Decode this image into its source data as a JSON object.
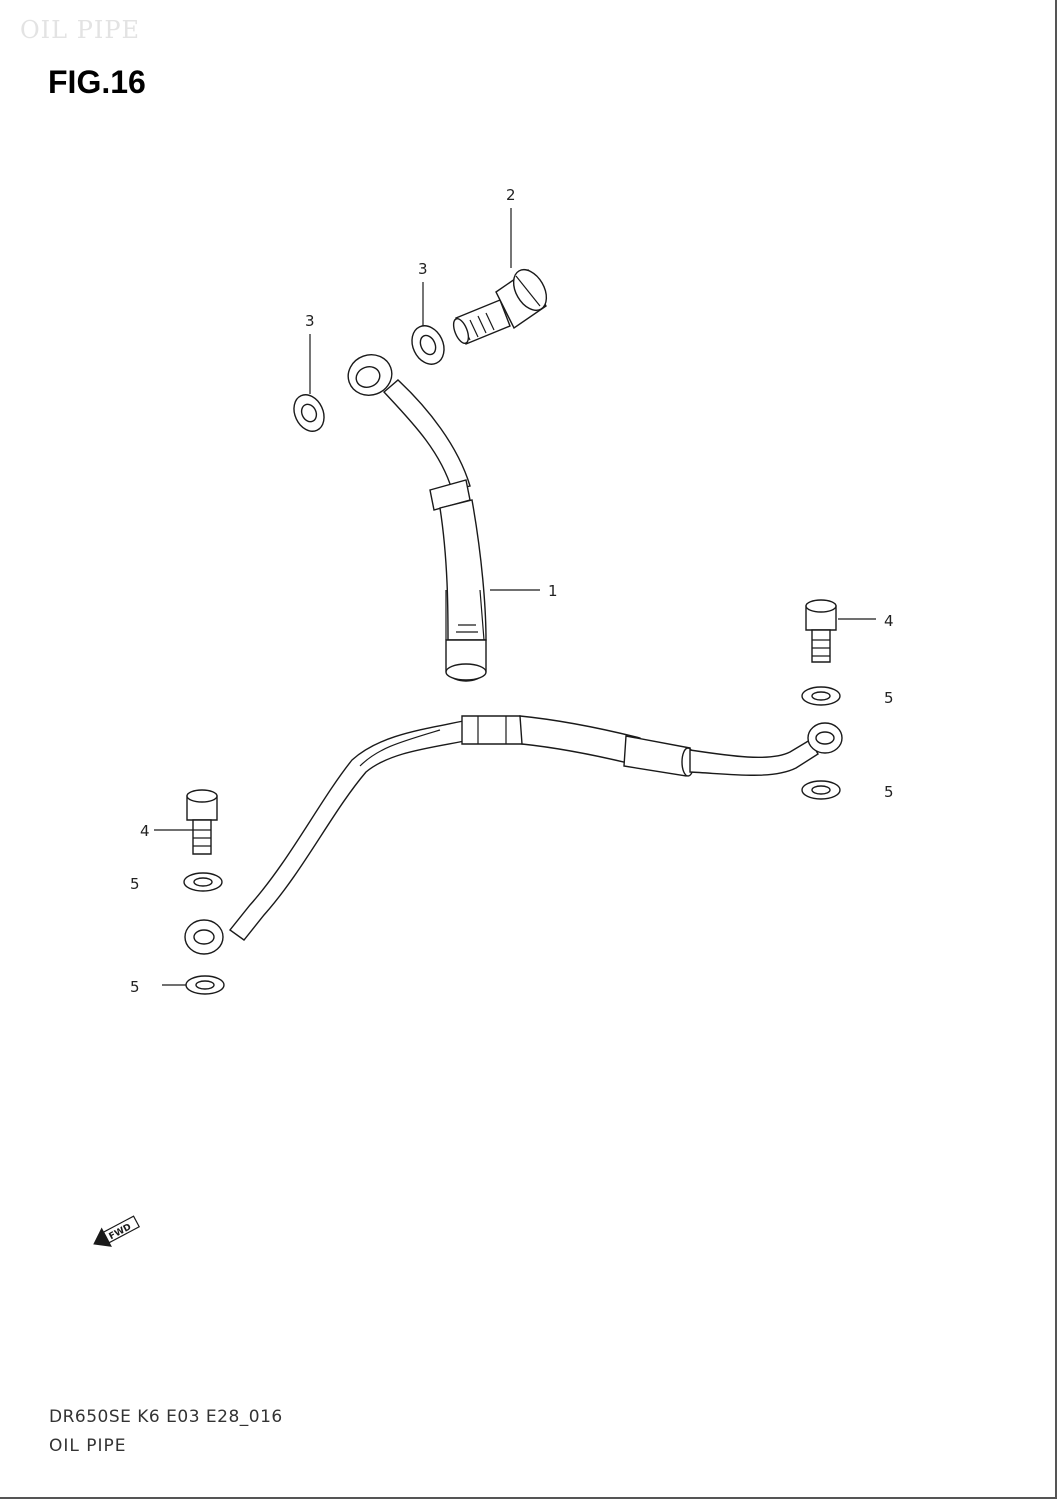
{
  "header": {
    "watermark": "OIL PIPE",
    "figure_title": "FIG.16"
  },
  "callouts": {
    "c1": "1",
    "c2": "2",
    "c3a": "3",
    "c3b": "3",
    "c4_right": "4",
    "c4_left": "4",
    "c5_right_top": "5",
    "c5_right_bottom": "5",
    "c5_left_top": "5",
    "c5_left_bottom": "5"
  },
  "fwd_label": "FWD",
  "footer": {
    "code": "DR650SE K6 E03 E28_016",
    "name": "OIL PIPE"
  },
  "colors": {
    "ink": "#1a1a1a",
    "background": "#ffffff",
    "watermark": "#e3e3e3"
  }
}
